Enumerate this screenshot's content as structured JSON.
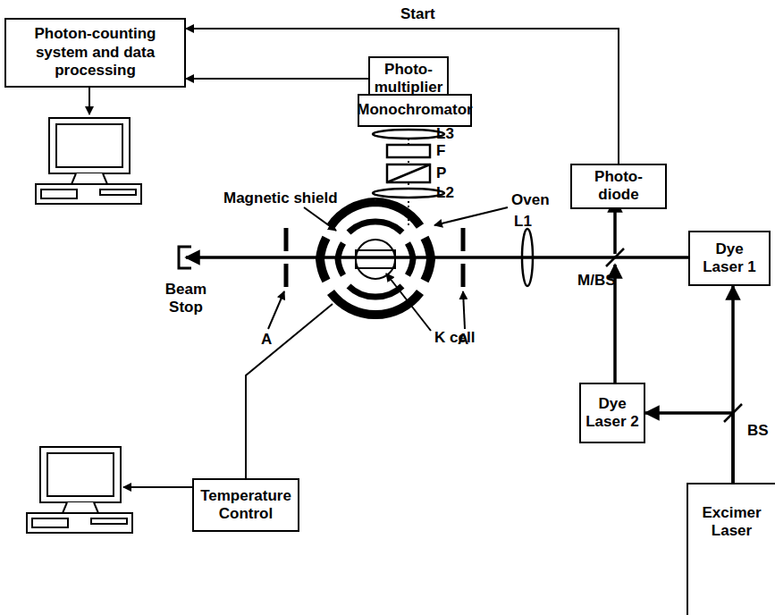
{
  "diagram": {
    "nodes": [
      {
        "text": [
          "Photon-counting system and data processing"
        ]
      },
      {
        "text": [
          "Photo-multiplier"
        ]
      },
      {
        "text": [
          "Monochromator"
        ]
      },
      {
        "text": [
          "Photo-diode"
        ]
      },
      {
        "text": [
          "Dye Laser 1"
        ]
      },
      {
        "text": [
          "Dye Laser 2"
        ]
      },
      {
        "text": [
          "Temperature Control"
        ]
      },
      {
        "text": [
          "Excimer Laser"
        ]
      }
    ],
    "edges": [
      {
        "from": 3,
        "to": 0,
        "arrow": "to",
        "label": "Start"
      },
      {
        "from": 1,
        "to": 0,
        "arrow": "to"
      },
      {
        "from": 7,
        "to": 4,
        "arrow": "to"
      },
      {
        "from": 7,
        "to": 5,
        "arrow": "to"
      }
    ],
    "labels": [
      "L3",
      "F",
      "P",
      "L2",
      "Magnetic shield",
      "Oven",
      "L1",
      "M/BS",
      "Beam Stop",
      "A",
      "A",
      "K cell",
      "BS"
    ]
  }
}
